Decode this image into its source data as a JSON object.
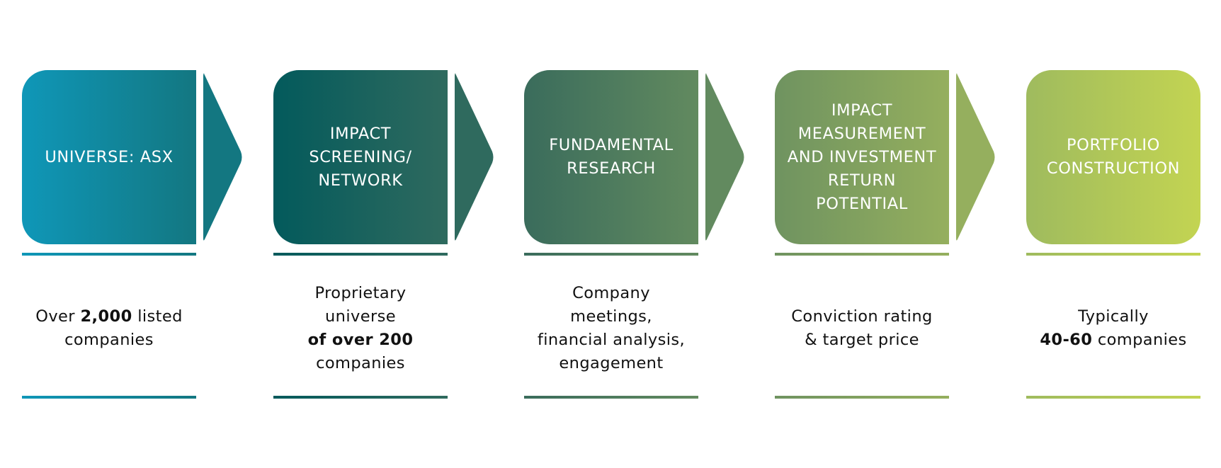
{
  "stages": [
    {
      "title_lines": [
        "UNIVERSE: ASX"
      ],
      "desc": [
        {
          "parts": [
            {
              "t": "Over ",
              "b": false
            },
            {
              "t": "2,000",
              "b": true
            },
            {
              "t": " listed",
              "b": false
            }
          ]
        },
        {
          "parts": [
            {
              "t": "companies",
              "b": false
            }
          ]
        }
      ],
      "color_start": "#0f97b8",
      "color_end": "#137781"
    },
    {
      "title_lines": [
        "IMPACT",
        "SCREENING/",
        "NETWORK"
      ],
      "desc": [
        {
          "parts": [
            {
              "t": "Proprietary",
              "b": false
            }
          ]
        },
        {
          "parts": [
            {
              "t": "universe",
              "b": false
            }
          ]
        },
        {
          "parts": [
            {
              "t": "of over 200",
              "b": true
            }
          ]
        },
        {
          "parts": [
            {
              "t": "companies",
              "b": false
            }
          ]
        }
      ],
      "color_start": "#035a5c",
      "color_end": "#2f6a5e"
    },
    {
      "title_lines": [
        "FUNDAMENTAL",
        "RESEARCH"
      ],
      "desc": [
        {
          "parts": [
            {
              "t": "Company",
              "b": false
            }
          ]
        },
        {
          "parts": [
            {
              "t": "meetings,",
              "b": false
            }
          ]
        },
        {
          "parts": [
            {
              "t": "financial analysis,",
              "b": false
            }
          ]
        },
        {
          "parts": [
            {
              "t": "engagement",
              "b": false
            }
          ]
        }
      ],
      "color_start": "#3a6c5c",
      "color_end": "#628a5f"
    },
    {
      "title_lines": [
        "IMPACT",
        "MEASUREMENT",
        "AND INVESTMENT",
        "RETURN",
        "POTENTIAL"
      ],
      "desc": [
        {
          "parts": [
            {
              "t": "Conviction rating",
              "b": false
            }
          ]
        },
        {
          "parts": [
            {
              "t": "& target price",
              "b": false
            }
          ]
        }
      ],
      "color_start": "#6f9360",
      "color_end": "#95af5e"
    },
    {
      "title_lines": [
        "PORTFOLIO",
        "CONSTRUCTION"
      ],
      "desc": [
        {
          "parts": [
            {
              "t": "Typically",
              "b": false
            }
          ]
        },
        {
          "parts": [
            {
              "t": "40-60",
              "b": true
            },
            {
              "t": " companies",
              "b": false
            }
          ]
        }
      ],
      "color_start": "#9fbb5e",
      "color_end": "#c3d452"
    }
  ]
}
